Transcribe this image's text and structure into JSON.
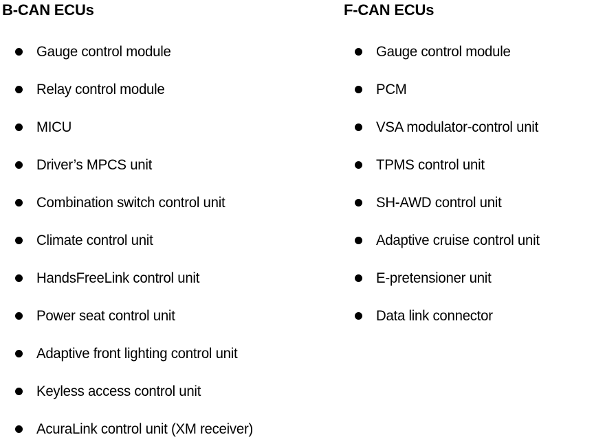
{
  "columns": [
    {
      "title": "B-CAN ECUs",
      "items": [
        {
          "label": "Gauge control module"
        },
        {
          "label": "Relay control module"
        },
        {
          "label": "MICU"
        },
        {
          "label": "Driver’s MPCS unit"
        },
        {
          "label": "Combination switch control unit"
        },
        {
          "label": "Climate control unit"
        },
        {
          "label": "HandsFreeLink control unit"
        },
        {
          "label": "Power seat control unit"
        },
        {
          "label": "Adaptive front lighting control unit"
        },
        {
          "label": "Keyless access control unit"
        },
        {
          "label": "AcuraLink control unit (XM receiver)"
        }
      ]
    },
    {
      "title": "F-CAN ECUs",
      "items": [
        {
          "label": "Gauge control module"
        },
        {
          "label": "PCM"
        },
        {
          "label": "VSA modulator-control unit"
        },
        {
          "label": "TPMS control unit"
        },
        {
          "label": "SH-AWD control unit"
        },
        {
          "label": "Adaptive cruise control unit"
        },
        {
          "label": "E-pretensioner unit"
        },
        {
          "label": "Data link connector"
        }
      ]
    }
  ],
  "bullet_icon": "filled-circle-bullet",
  "colors": {
    "text": "#000000",
    "background": "#ffffff"
  }
}
